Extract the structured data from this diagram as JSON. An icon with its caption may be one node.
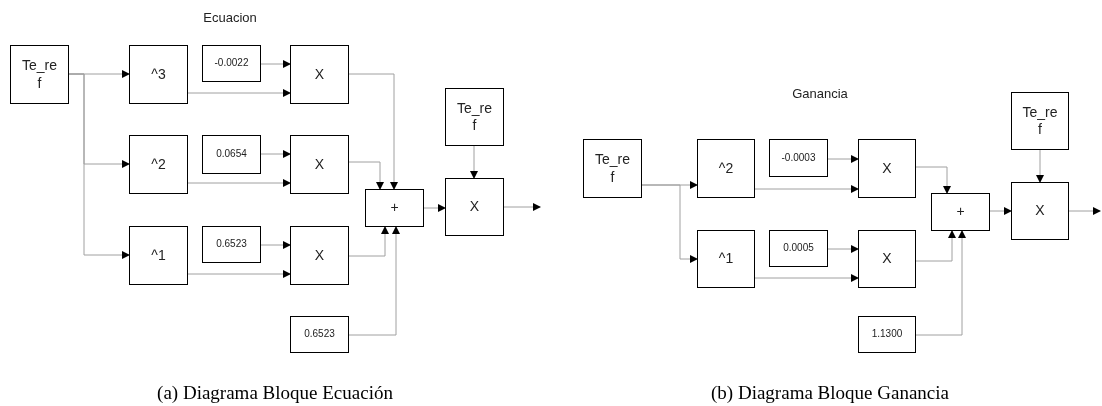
{
  "diagram": {
    "nodes": [
      {
        "text": [
          "Te_re f"
        ]
      },
      {
        "text": [
          "^3"
        ]
      },
      {
        "text": [
          "-0.0022"
        ]
      },
      {
        "text": [
          "X"
        ]
      },
      {
        "text": [
          "^2"
        ]
      },
      {
        "text": [
          "0.0654"
        ]
      },
      {
        "text": [
          "X"
        ]
      },
      {
        "text": [
          "^1"
        ]
      },
      {
        "text": [
          "0.6523"
        ]
      },
      {
        "text": [
          "X"
        ]
      },
      {
        "text": [
          "+"
        ]
      },
      {
        "text": [
          "Te_re f"
        ]
      },
      {
        "text": [
          "X"
        ]
      },
      {
        "text": [
          "0.6523"
        ]
      },
      {
        "text": [
          "Te_re f"
        ]
      },
      {
        "text": [
          "^2"
        ]
      },
      {
        "text": [
          "-0.0003"
        ]
      },
      {
        "text": [
          "X"
        ]
      },
      {
        "text": [
          "^1"
        ]
      },
      {
        "text": [
          "0.0005"
        ]
      },
      {
        "text": [
          "X"
        ]
      },
      {
        "text": [
          "+"
        ]
      },
      {
        "text": [
          "Te_re f"
        ]
      },
      {
        "text": [
          "X"
        ]
      },
      {
        "text": [
          "1.1300"
        ]
      }
    ],
    "edges": [
      {
        "from": 0,
        "to": 1,
        "arrow": "to"
      },
      {
        "from": 0,
        "to": 4,
        "arrow": "to"
      },
      {
        "from": 0,
        "to": 7,
        "arrow": "to"
      },
      {
        "from": 2,
        "to": 3,
        "arrow": "to"
      },
      {
        "from": 1,
        "to": 3,
        "arrow": "to"
      },
      {
        "from": 5,
        "to": 6,
        "arrow": "to"
      },
      {
        "from": 4,
        "to": 6,
        "arrow": "to"
      },
      {
        "from": 8,
        "to": 9,
        "arrow": "to"
      },
      {
        "from": 7,
        "to": 9,
        "arrow": "to"
      },
      {
        "from": 3,
        "to": 10,
        "arrow": "to"
      },
      {
        "from": 6,
        "to": 10,
        "arrow": "to"
      },
      {
        "from": 9,
        "to": 10,
        "arrow": "to"
      },
      {
        "from": 13,
        "to": 10,
        "arrow": "to"
      },
      {
        "from": 10,
        "to": 12,
        "arrow": "to"
      },
      {
        "from": 11,
        "to": 12,
        "arrow": "to"
      },
      {
        "from": 12,
        "to": null,
        "arrow": "to"
      },
      {
        "from": 14,
        "to": 15,
        "arrow": "to"
      },
      {
        "from": 14,
        "to": 18,
        "arrow": "to"
      },
      {
        "from": 16,
        "to": 17,
        "arrow": "to"
      },
      {
        "from": 15,
        "to": 17,
        "arrow": "to"
      },
      {
        "from": 19,
        "to": 20,
        "arrow": "to"
      },
      {
        "from": 18,
        "to": 20,
        "arrow": "to"
      },
      {
        "from": 17,
        "to": 21,
        "arrow": "to"
      },
      {
        "from": 20,
        "to": 21,
        "arrow": "to"
      },
      {
        "from": 24,
        "to": 21,
        "arrow": "to"
      },
      {
        "from": 21,
        "to": 23,
        "arrow": "to"
      },
      {
        "from": 22,
        "to": 23,
        "arrow": "to"
      },
      {
        "from": 23,
        "to": null,
        "arrow": "to"
      }
    ],
    "labels": [
      "Ecuacion",
      "Ganancia",
      "(a) Diagrama Bloque Ecuación",
      "(b) Diagrama Bloque Ganancia"
    ]
  }
}
